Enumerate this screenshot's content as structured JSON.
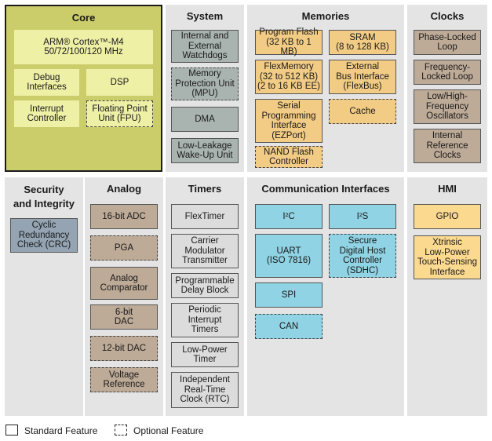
{
  "core": {
    "title": "Core",
    "arm": "ARM® Cortex™-M4\n50/72/100/120 MHz",
    "debug": "Debug\nInterfaces",
    "dsp": "DSP",
    "interrupt": "Interrupt\nController",
    "fpu": "Floating Point\nUnit (FPU)"
  },
  "system": {
    "title": "System",
    "items": [
      {
        "label": "Internal and\nExternal\nWatchdogs",
        "optional": false
      },
      {
        "label": "Memory\nProtection Unit\n(MPU)",
        "optional": true
      },
      {
        "label": "DMA",
        "optional": false
      },
      {
        "label": "Low-Leakage\nWake-Up Unit",
        "optional": false
      }
    ]
  },
  "memories": {
    "title": "Memories",
    "program_flash": "Program Flash\n(32 KB to 1 MB)",
    "sram": "SRAM\n(8 to 128 KB)",
    "flexmemory": "FlexMemory\n(32 to 512 KB)\n(2 to 16 KB EE)",
    "external_bus": "External\nBus Interface\n(FlexBus)",
    "serial_prog": "Serial\nProgramming\nInterface\n(EZPort)",
    "cache": "Cache",
    "nand": "NAND Flash\nController"
  },
  "clocks": {
    "title": "Clocks",
    "items": [
      {
        "label": "Phase-Locked\nLoop"
      },
      {
        "label": "Frequency-\nLocked Loop"
      },
      {
        "label": "Low/High-\nFrequency\nOscillators"
      },
      {
        "label": "Internal\nReference\nClocks"
      }
    ]
  },
  "security": {
    "title": "Security\nand Integrity",
    "crc": "Cyclic\nRedundancy\nCheck (CRC)"
  },
  "analog": {
    "title": "Analog",
    "items": [
      {
        "label": "16-bit ADC",
        "optional": false
      },
      {
        "label": "PGA",
        "optional": true
      },
      {
        "label": "Analog\nComparator",
        "optional": false
      },
      {
        "label": "6-bit\nDAC",
        "optional": false
      },
      {
        "label": "12-bit DAC",
        "optional": true
      },
      {
        "label": "Voltage\nReference",
        "optional": true
      }
    ]
  },
  "timers": {
    "title": "Timers",
    "items": [
      {
        "label": "FlexTimer"
      },
      {
        "label": "Carrier\nModulator\nTransmitter"
      },
      {
        "label": "Programmable\nDelay Block"
      },
      {
        "label": "Periodic\nInterrupt\nTimers"
      },
      {
        "label": "Low-Power\nTimer"
      },
      {
        "label": "Independent\nReal-Time\nClock (RTC)"
      }
    ]
  },
  "comm": {
    "title": "Communication Interfaces",
    "i2c": "I²C",
    "i2s": "I²S",
    "uart": "UART\n(ISO 7816)",
    "sdhc": "Secure\nDigital Host\nController\n(SDHC)",
    "spi": "SPI",
    "can": "CAN"
  },
  "hmi": {
    "title": "HMI",
    "gpio": "GPIO",
    "touch": "Xtrinsic\nLow-Power\nTouch-Sensing\nInterface"
  },
  "legend": {
    "standard": "Standard Feature",
    "optional": "Optional Feature"
  }
}
